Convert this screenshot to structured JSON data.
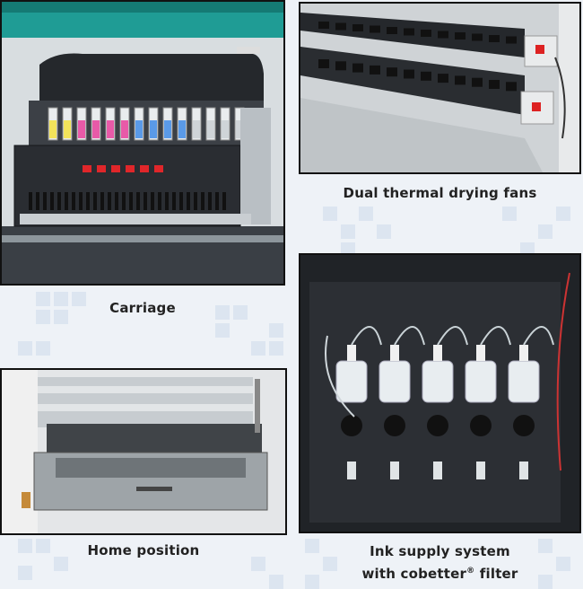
{
  "panels": [
    {
      "caption": "Carriage"
    },
    {
      "caption": "Dual thermal drying fans"
    },
    {
      "caption": "Home position"
    },
    {
      "caption_line1": "Ink supply system",
      "caption_line2_text": "with cobetter",
      "caption_line2_mark": "®",
      "caption_line2_end": " filter"
    }
  ],
  "colors": {
    "background": "#eef2f7",
    "tile": "#cddbeb",
    "carriage_body": "#2a2d32",
    "carriage_button": "#e0262a",
    "teal_rail": "#1f9c95"
  }
}
